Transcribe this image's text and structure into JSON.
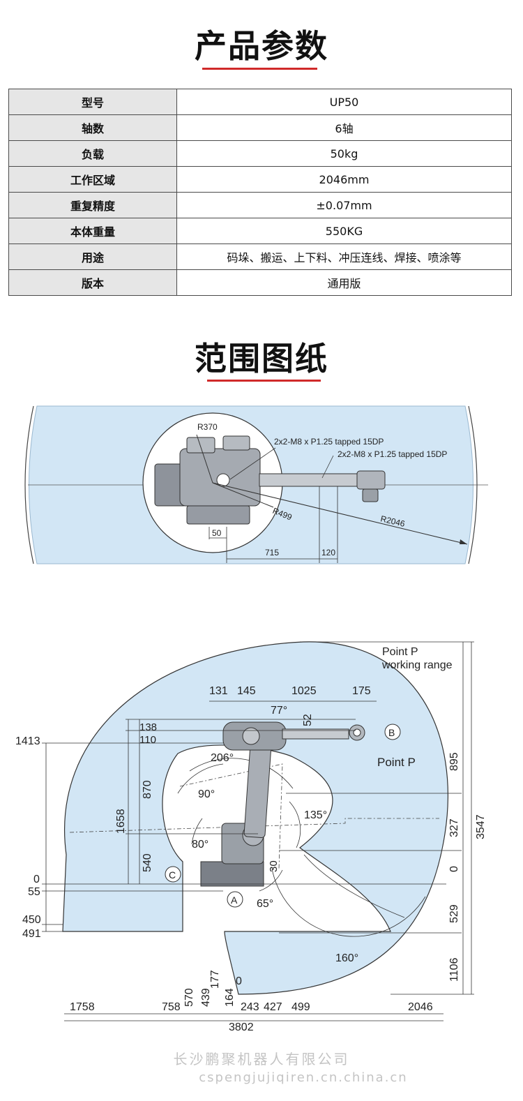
{
  "params_title": "产品参数",
  "specs": [
    {
      "key": "型号",
      "value": "UP50"
    },
    {
      "key": "轴数",
      "value": "6轴"
    },
    {
      "key": "负载",
      "value": "50kg"
    },
    {
      "key": "工作区域",
      "value": "2046mm"
    },
    {
      "key": "重复精度",
      "value": "±0.07mm"
    },
    {
      "key": "本体重量",
      "value": "550KG"
    },
    {
      "key": "用途",
      "value": "码垛、搬运、上下料、冲压连线、焊接、喷涂等"
    },
    {
      "key": "版本",
      "value": "通用版"
    }
  ],
  "drawing_title": "范围图纸",
  "top_view": {
    "r370": "R370",
    "tapped1": "2x2-M8 x P1.25 tapped 15DP",
    "tapped2": "2x2-M8 x P1.25 tapped 15DP",
    "r499": "R499",
    "r2046": "R2046",
    "d50": "50",
    "d715": "715",
    "d120": "120"
  },
  "side_view": {
    "point_p_title_1": "Point P",
    "point_p_title_2": "working range",
    "point_p_label": "Point P",
    "marker_a": "A",
    "marker_b": "B",
    "marker_c": "C",
    "top_dims": [
      "131",
      "145",
      "1025",
      "175"
    ],
    "angle_77": "77°",
    "d52": "52",
    "angle_206": "206°",
    "angle_90": "90°",
    "angle_80": "80°",
    "angle_135": "135°",
    "angle_65": "65°",
    "angle_160": "160°",
    "d30": "30",
    "d138": "138",
    "d110": "110",
    "d870": "870",
    "d1658": "1658",
    "d540": "540",
    "left_dims": [
      "1413",
      "0",
      "55",
      "450",
      "491"
    ],
    "right_dims": [
      "895",
      "327",
      "0",
      "529",
      "1106"
    ],
    "d3547": "3547",
    "bottom_dims": [
      "1758",
      "758",
      "570",
      "439",
      "177",
      "164",
      "0",
      "243",
      "427",
      "499",
      "2046"
    ],
    "d3802": "3802"
  },
  "watermark_cn": "长沙鹏聚机器人有限公司",
  "watermark_url": "cspengjujiqiren.cn.china.cn",
  "colors": {
    "accent": "#d02a2a",
    "range": "#d2e6f5",
    "header_cell": "#e6e6e6"
  }
}
